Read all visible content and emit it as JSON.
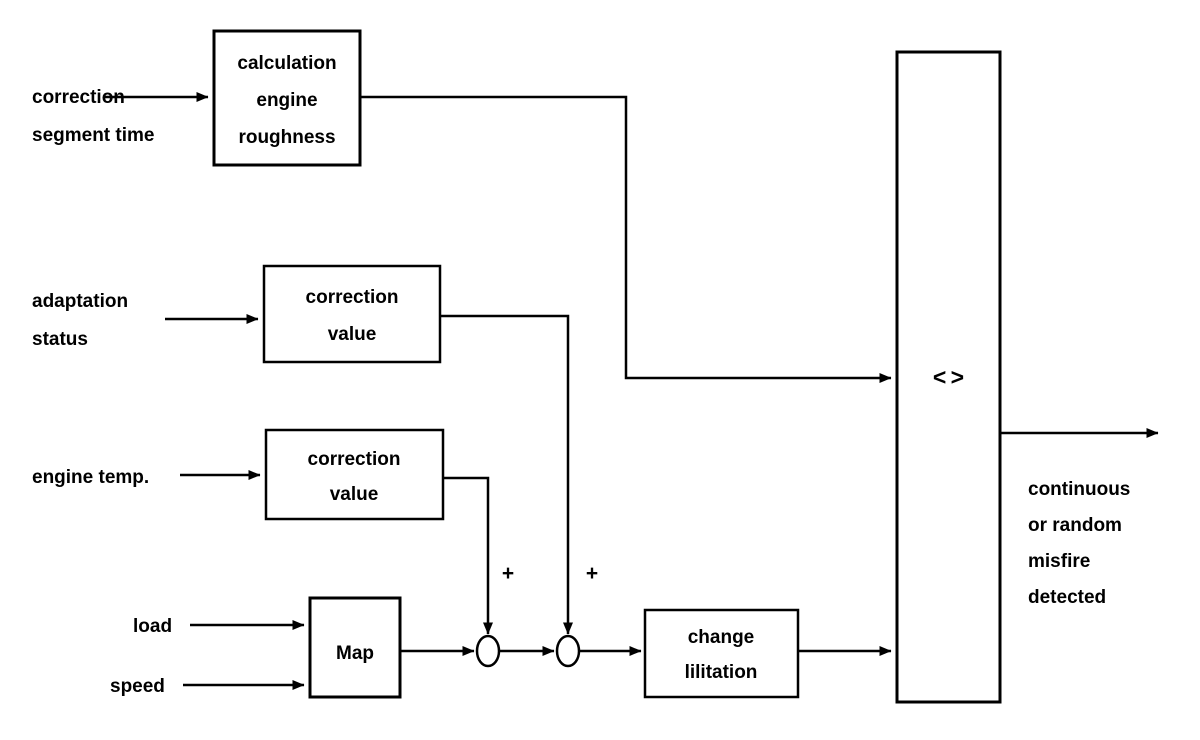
{
  "diagram": {
    "title": "misfire detection signal flow",
    "background_color": "#ffffff",
    "line_color": "#000000"
  },
  "inputs": [
    {
      "id": "correction-segment-time",
      "line1": "correction",
      "line2": "segment time"
    },
    {
      "id": "adaptation-status",
      "line1": "adaptation",
      "line2": "status"
    },
    {
      "id": "engine-temp",
      "line1": "engine temp.",
      "line2": ""
    },
    {
      "id": "load",
      "line1": "load",
      "line2": ""
    },
    {
      "id": "speed",
      "line1": "speed",
      "line2": ""
    }
  ],
  "blocks": [
    {
      "id": "calculation-engine-roughness",
      "line1": "calculation",
      "line2": "engine",
      "line3": "roughness"
    },
    {
      "id": "correction-value-adaptation",
      "line1": "correction",
      "line2": "value",
      "line3": ""
    },
    {
      "id": "correction-value-temperature",
      "line1": "correction",
      "line2": "value",
      "line3": ""
    },
    {
      "id": "map",
      "line1": "Map",
      "line2": "",
      "line3": ""
    },
    {
      "id": "change-lilitation",
      "line1": "change",
      "line2": "lilitation",
      "line3": ""
    },
    {
      "id": "comparator",
      "line1": "< >",
      "line2": "",
      "line3": ""
    }
  ],
  "junctions": [
    {
      "id": "sum-1",
      "sign": "+"
    },
    {
      "id": "sum-2",
      "sign": "+"
    }
  ],
  "output": {
    "id": "misfire-output",
    "line1": "continuous",
    "line2": "or random",
    "line3": "misfire",
    "line4": "detected"
  }
}
